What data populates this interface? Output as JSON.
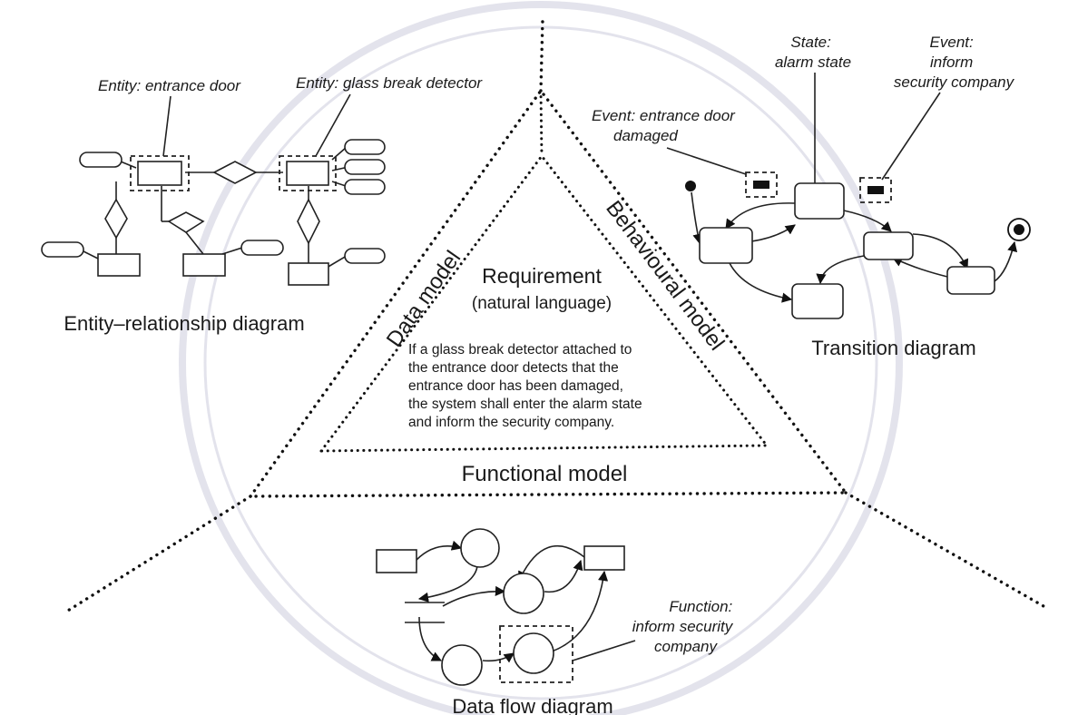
{
  "triangle": {
    "requirement_title": "Requirement",
    "requirement_subtitle": "(natural language)",
    "requirement_text": [
      "If a glass break detector attached to",
      "the entrance door detects that the",
      "entrance door has been damaged,",
      "the system shall enter the alarm state",
      "and inform the security company."
    ],
    "data_model": "Data model",
    "behavioural_model": "Behavioural model",
    "functional_model": "Functional model"
  },
  "er_diagram": {
    "caption": "Entity–relationship diagram",
    "entity1_prefix": "Entity",
    "entity1_name": ": entrance door",
    "entity2_prefix": "Entity",
    "entity2_name": ": glass break detector"
  },
  "transition_diagram": {
    "caption": "Transition diagram",
    "state_label": [
      "State:",
      "alarm state"
    ],
    "event_inform": [
      "Event:",
      "inform",
      "security company"
    ],
    "event_damaged_prefix": "Event",
    "event_damaged_line1": ": entrance door",
    "event_damaged_line2": "damaged"
  },
  "dataflow_diagram": {
    "caption": "Data flow diagram",
    "function_label": [
      "Function:",
      "inform security",
      "company"
    ]
  }
}
